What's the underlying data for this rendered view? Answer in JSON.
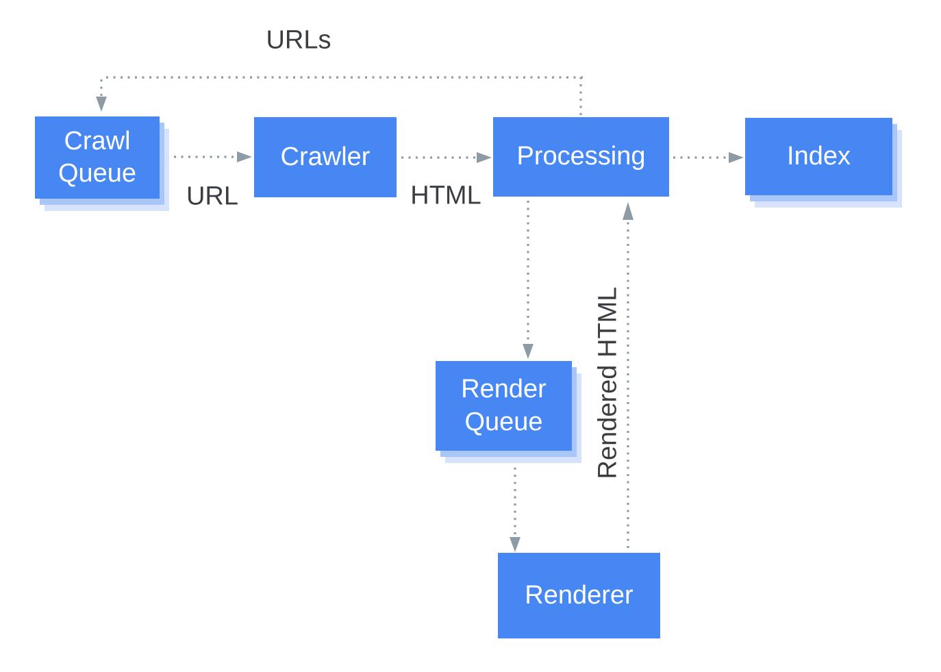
{
  "colors": {
    "node_fill": "#4687f4",
    "node_text": "#ffffff",
    "shadow_mid": "#a9c6f8",
    "shadow_light": "#d7e3fc",
    "edge": "#8c9ba6",
    "label_text": "#3a3e42",
    "background": "#ffffff"
  },
  "nodes": {
    "crawl_queue": {
      "label": "Crawl Queue",
      "stacked_shadow": true
    },
    "crawler": {
      "label": "Crawler",
      "stacked_shadow": false
    },
    "processing": {
      "label": "Processing",
      "stacked_shadow": false
    },
    "index": {
      "label": "Index",
      "stacked_shadow": true
    },
    "render_queue": {
      "label": "Render Queue",
      "stacked_shadow": true
    },
    "renderer": {
      "label": "Renderer",
      "stacked_shadow": false
    }
  },
  "edge_labels": {
    "urls": "URLs",
    "url": "URL",
    "html": "HTML",
    "rendered_html": "Rendered HTML"
  },
  "edges": [
    {
      "from": "processing",
      "to": "crawl_queue",
      "label": "URLs",
      "style": "dotted-arrow"
    },
    {
      "from": "crawl_queue",
      "to": "crawler",
      "label": "URL",
      "style": "dotted-arrow"
    },
    {
      "from": "crawler",
      "to": "processing",
      "label": "HTML",
      "style": "dotted-arrow"
    },
    {
      "from": "processing",
      "to": "index",
      "label": "",
      "style": "dotted-arrow"
    },
    {
      "from": "processing",
      "to": "render_queue",
      "label": "",
      "style": "dotted-arrow"
    },
    {
      "from": "render_queue",
      "to": "renderer",
      "label": "",
      "style": "dotted-arrow"
    },
    {
      "from": "renderer",
      "to": "processing",
      "label": "Rendered HTML",
      "style": "dotted-arrow"
    }
  ]
}
